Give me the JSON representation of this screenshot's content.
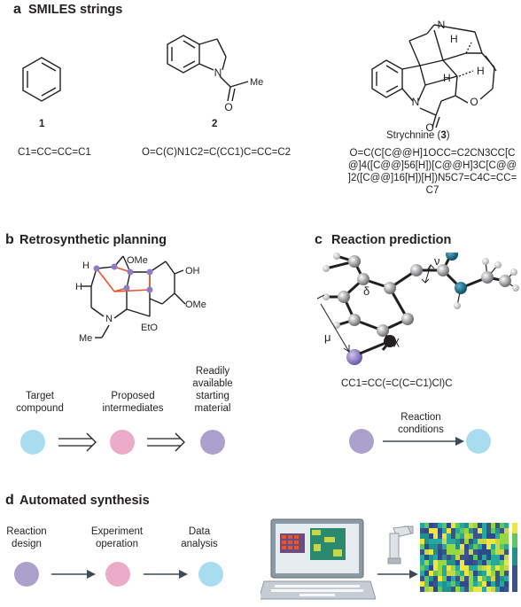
{
  "colors": {
    "blue_node": "#a9dcef",
    "pink_node": "#ecabc8",
    "purple_node": "#aca1cd",
    "arrow": "#3b4a55",
    "bond_red": "#e8542b",
    "atom_purple": "#8f7cc5",
    "atom_teal": "#1d6a85"
  },
  "panel_a": {
    "letter": "a",
    "title": "SMILES strings",
    "compounds": [
      {
        "number": "1",
        "smiles": "C1=CC=CC=C1"
      },
      {
        "number": "2",
        "smiles": "O=C(C)N1C2=C(CC1)C=CC=C2"
      },
      {
        "name": "Strychnine (",
        "number": "3",
        "name_end": ")",
        "smiles_lines": [
          "O=C(C[C@@H]1OCC=C2CN3CC[C",
          "@]4([C@@]56[H])[C@@H]3C[C@@",
          "]2([C@@]16[H])[H])N5C7=C4C=CC=",
          "C7"
        ]
      }
    ],
    "atom_labels": {
      "n": "N",
      "o": "O",
      "h": "H",
      "me": "Me"
    }
  },
  "panel_b": {
    "letter": "b",
    "title": "Retrosynthetic planning",
    "labels": {
      "ome": "OMe",
      "oh": "OH",
      "h": "H",
      "n": "N",
      "eto": "EtO",
      "me": "Me"
    },
    "steps": [
      {
        "lines": [
          "Target",
          "compound"
        ]
      },
      {
        "lines": [
          "Proposed",
          "intermediates"
        ]
      },
      {
        "lines": [
          "Readily",
          "available",
          "starting",
          "material"
        ]
      }
    ]
  },
  "panel_c": {
    "letter": "c",
    "title": "Reaction prediction",
    "greek": {
      "delta": "δ",
      "nu": "ν",
      "chi": "χ",
      "mu": "μ"
    },
    "smiles": "CC1=CC(=C(C=C1)Cl)C",
    "arrow_lines": [
      "Reaction",
      "conditions"
    ]
  },
  "panel_d": {
    "letter": "d",
    "title": "Automated synthesis",
    "steps": [
      {
        "lines": [
          "Reaction",
          "design"
        ]
      },
      {
        "lines": [
          "Experiment",
          "operation"
        ]
      },
      {
        "lines": [
          "Data",
          "analysis"
        ]
      }
    ]
  }
}
